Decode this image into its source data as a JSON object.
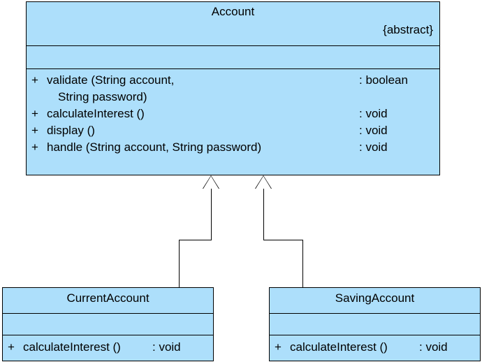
{
  "diagram": {
    "type": "uml-class-diagram",
    "background_color": "#FFFFFF",
    "class_fill_color": "#ADDFFB",
    "border_color": "#000000"
  },
  "classes": {
    "account": {
      "name": "Account",
      "stereotype": "{abstract}",
      "attributes": [],
      "operations": [
        {
          "visibility": "+",
          "signature": "validate (String account,",
          "signature_continued": "String password)",
          "return_type": ": boolean"
        },
        {
          "visibility": "+",
          "signature": "calculateInterest ()",
          "return_type": ": void"
        },
        {
          "visibility": "+",
          "signature": "display ()",
          "return_type": ": void"
        },
        {
          "visibility": "+",
          "signature": "handle (String account, String password)",
          "return_type": ": void"
        }
      ]
    },
    "current_account": {
      "name": "CurrentAccount",
      "attributes": [],
      "operations": [
        {
          "visibility": "+",
          "signature": "calculateInterest ()",
          "return_type": ": void"
        }
      ]
    },
    "saving_account": {
      "name": "SavingAccount",
      "attributes": [],
      "operations": [
        {
          "visibility": "+",
          "signature": "calculateInterest ()",
          "return_type": ": void"
        }
      ]
    }
  },
  "relationships": [
    {
      "kind": "generalization",
      "source": "CurrentAccount",
      "target": "Account",
      "arrow": "hollow-triangle"
    },
    {
      "kind": "generalization",
      "source": "SavingAccount",
      "target": "Account",
      "arrow": "hollow-triangle"
    }
  ]
}
